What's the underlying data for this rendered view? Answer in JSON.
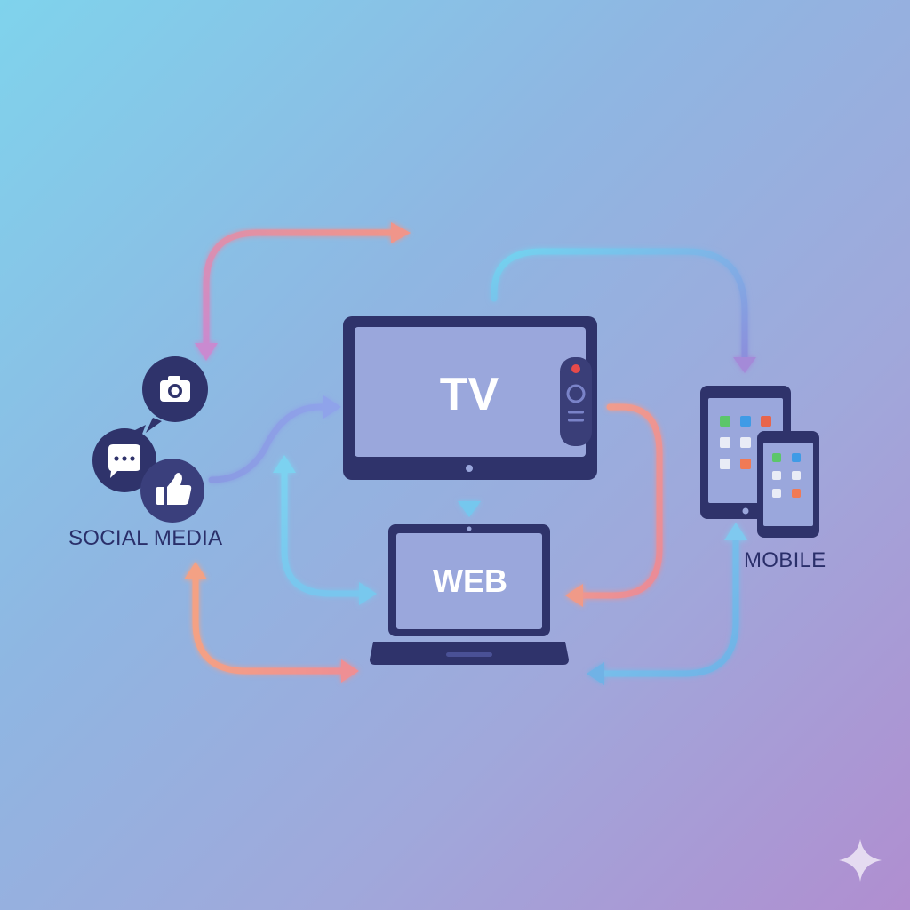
{
  "labels": {
    "tv": "TV",
    "web": "WEB",
    "social": "SOCIAL MEDIA",
    "mobile": "MOBILE"
  },
  "icons": [
    "camera-icon",
    "chat-bubble-icon",
    "thumbs-up-icon",
    "remote-control-icon",
    "sparkle-icon"
  ],
  "colors": {
    "device_dark": "#2f336b",
    "screen": "#9aa7dc",
    "arrow_pink": "#c98ad0",
    "arrow_orange": "#f09a88",
    "arrow_cyan": "#6fd0ee",
    "arrow_blue": "#7e93df",
    "remote_red": "#e74a4a"
  }
}
